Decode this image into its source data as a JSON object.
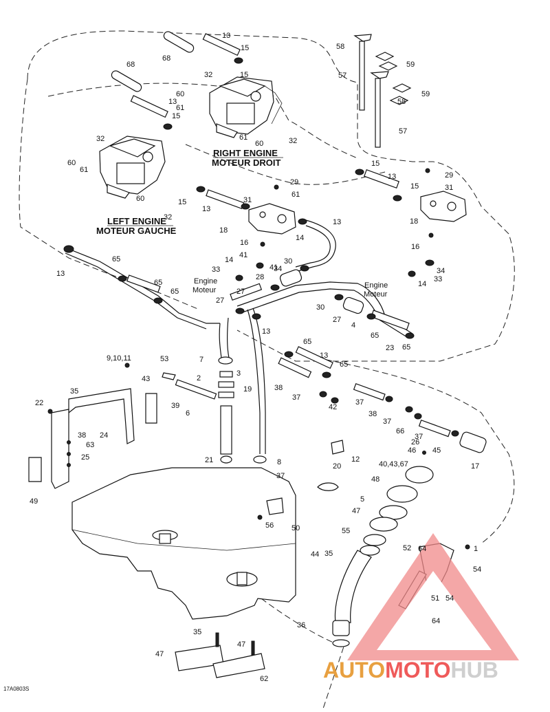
{
  "engines": {
    "right": {
      "title": "RIGHT ENGINE",
      "subtitle": "MOTEUR DROIT"
    },
    "left": {
      "title": "LEFT ENGINE",
      "subtitle": "MOTEUR GAUCHE"
    }
  },
  "engine_tag_1": {
    "line1": "Engine",
    "line2": "Moteur"
  },
  "engine_tag_2": {
    "line1": "Engine",
    "line2": "Moteur"
  },
  "callouts": [
    "13",
    "15",
    "68",
    "58",
    "59",
    "32",
    "57",
    "68",
    "13",
    "15",
    "60",
    "61",
    "59",
    "58",
    "32",
    "61",
    "60",
    "32",
    "57",
    "15",
    "13",
    "29",
    "60",
    "61",
    "15",
    "31",
    "29",
    "15",
    "13",
    "15",
    "31",
    "61",
    "60",
    "32",
    "18",
    "13",
    "18",
    "14",
    "16",
    "16",
    "41",
    "34",
    "14",
    "30",
    "33",
    "41",
    "34",
    "33",
    "14",
    "28",
    "27",
    "27",
    "30",
    "27",
    "4",
    "65",
    "13",
    "65",
    "65",
    "13",
    "65",
    "65",
    "65",
    "13",
    "65",
    "23",
    "9,10,11",
    "53",
    "7",
    "3",
    "43",
    "2",
    "35",
    "19",
    "39",
    "6",
    "22",
    "38",
    "37",
    "42",
    "37",
    "38",
    "37",
    "66",
    "37",
    "38",
    "24",
    "63",
    "25",
    "26",
    "46",
    "45",
    "17",
    "12",
    "20",
    "21",
    "8",
    "37",
    "40,43,67",
    "48",
    "49",
    "5",
    "50",
    "56",
    "47",
    "55",
    "35",
    "44",
    "1",
    "52",
    "64",
    "54",
    "51",
    "54",
    "64",
    "36",
    "35",
    "47",
    "47",
    "62",
    "17"
  ],
  "watermark": {
    "part1": "AUTO",
    "part2": "MOTO",
    "part3": "HUB",
    "color1": "#e8a040",
    "color2": "#ef5a5a",
    "color3": "#cfcfcf"
  },
  "ref_code": "17A0803S"
}
